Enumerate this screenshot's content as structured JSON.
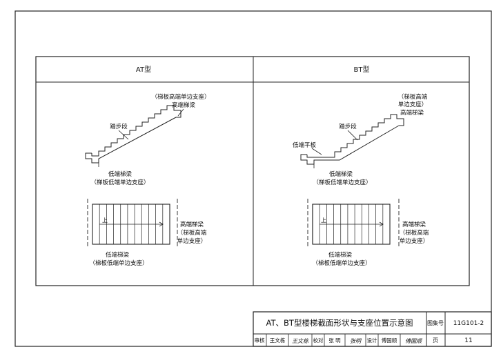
{
  "figure": {
    "at_panel": {
      "title": "AT型",
      "top_support_note": "（梯板高端单边支座）",
      "top_beam": "高端梯梁",
      "step_segment": "踏步段",
      "bottom_beam": "低端梯梁",
      "bottom_support_note": "（梯板低端单边支座）",
      "up_mark": "上",
      "plan_high_beam": "高端梯梁",
      "plan_high_note_1": "（梯板高端",
      "plan_high_note_2": "单边支座）",
      "plan_low_beam": "低端梯梁",
      "plan_low_note": "（梯板低端单边支座）"
    },
    "bt_panel": {
      "title": "BT型",
      "top_support_note_1": "（梯板高端",
      "top_support_note_2": "单边支座）",
      "top_beam": "高端梯梁",
      "step_segment": "踏步段",
      "low_flat_plate": "低端平板",
      "bottom_beam": "低端梯梁",
      "bottom_support_note": "（梯板低端单边支座）",
      "up_mark": "上",
      "plan_high_beam": "高端梯梁",
      "plan_high_note_1": "（梯板高端",
      "plan_high_note_2": "单边支座）",
      "plan_low_beam": "低端梯梁",
      "plan_low_note": "（梯板低端单边支座）"
    }
  },
  "title_block": {
    "drawing_title": "AT、BT型楼梯截面形状与支座位置示意图",
    "atlas_label": "图集号",
    "atlas_number": "11G101-2",
    "review_label": "审核",
    "reviewer": "王文栋",
    "reviewer_sign": "王文栋",
    "check_label": "校对",
    "checker": "张 明",
    "checker_sign": "张明",
    "design_label": "设计",
    "designer": "傅国顺",
    "designer_sign": "傅国顺",
    "page_label": "页",
    "page_number": "11"
  }
}
